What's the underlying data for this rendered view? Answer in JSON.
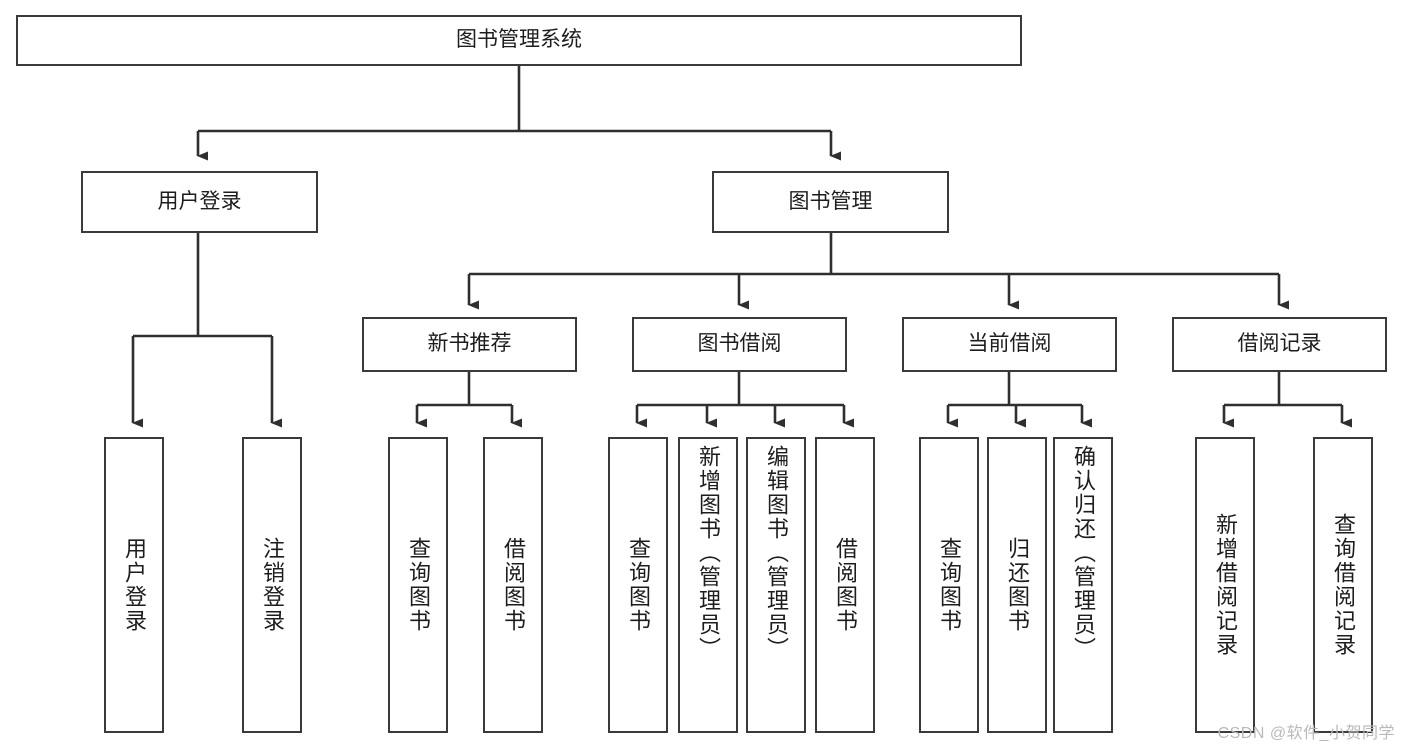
{
  "diagram": {
    "title": "图书管理系统",
    "type": "tree-hierarchy-diagram",
    "root": {
      "label": "图书管理系统"
    },
    "level2": [
      {
        "label": "用户登录"
      },
      {
        "label": "图书管理"
      }
    ],
    "level3": [
      {
        "label": "新书推荐"
      },
      {
        "label": "图书借阅"
      },
      {
        "label": "当前借阅"
      },
      {
        "label": "借阅记录"
      }
    ],
    "leaves": {
      "user_login": [
        {
          "label": "用户登录"
        },
        {
          "label": "注销登录"
        }
      ],
      "new_book_recommend": [
        {
          "label": "查询图书"
        },
        {
          "label": "借阅图书"
        }
      ],
      "book_borrow": [
        {
          "label": "查询图书"
        },
        {
          "label": "新增图书（管理员）"
        },
        {
          "label": "编辑图书（管理员）"
        },
        {
          "label": "借阅图书"
        }
      ],
      "current_borrow": [
        {
          "label": "查询图书"
        },
        {
          "label": "归还图书"
        },
        {
          "label": "确认归还（管理员）"
        }
      ],
      "borrow_record": [
        {
          "label": "新增借阅记录"
        },
        {
          "label": "查询借阅记录"
        }
      ]
    }
  },
  "watermark": {
    "text": "CSDN @软件_小贺同学"
  },
  "colors": {
    "border": "#3a3a3a",
    "background": "#ffffff",
    "text": "#1d1d1d",
    "watermark": "#b9b9b9"
  }
}
